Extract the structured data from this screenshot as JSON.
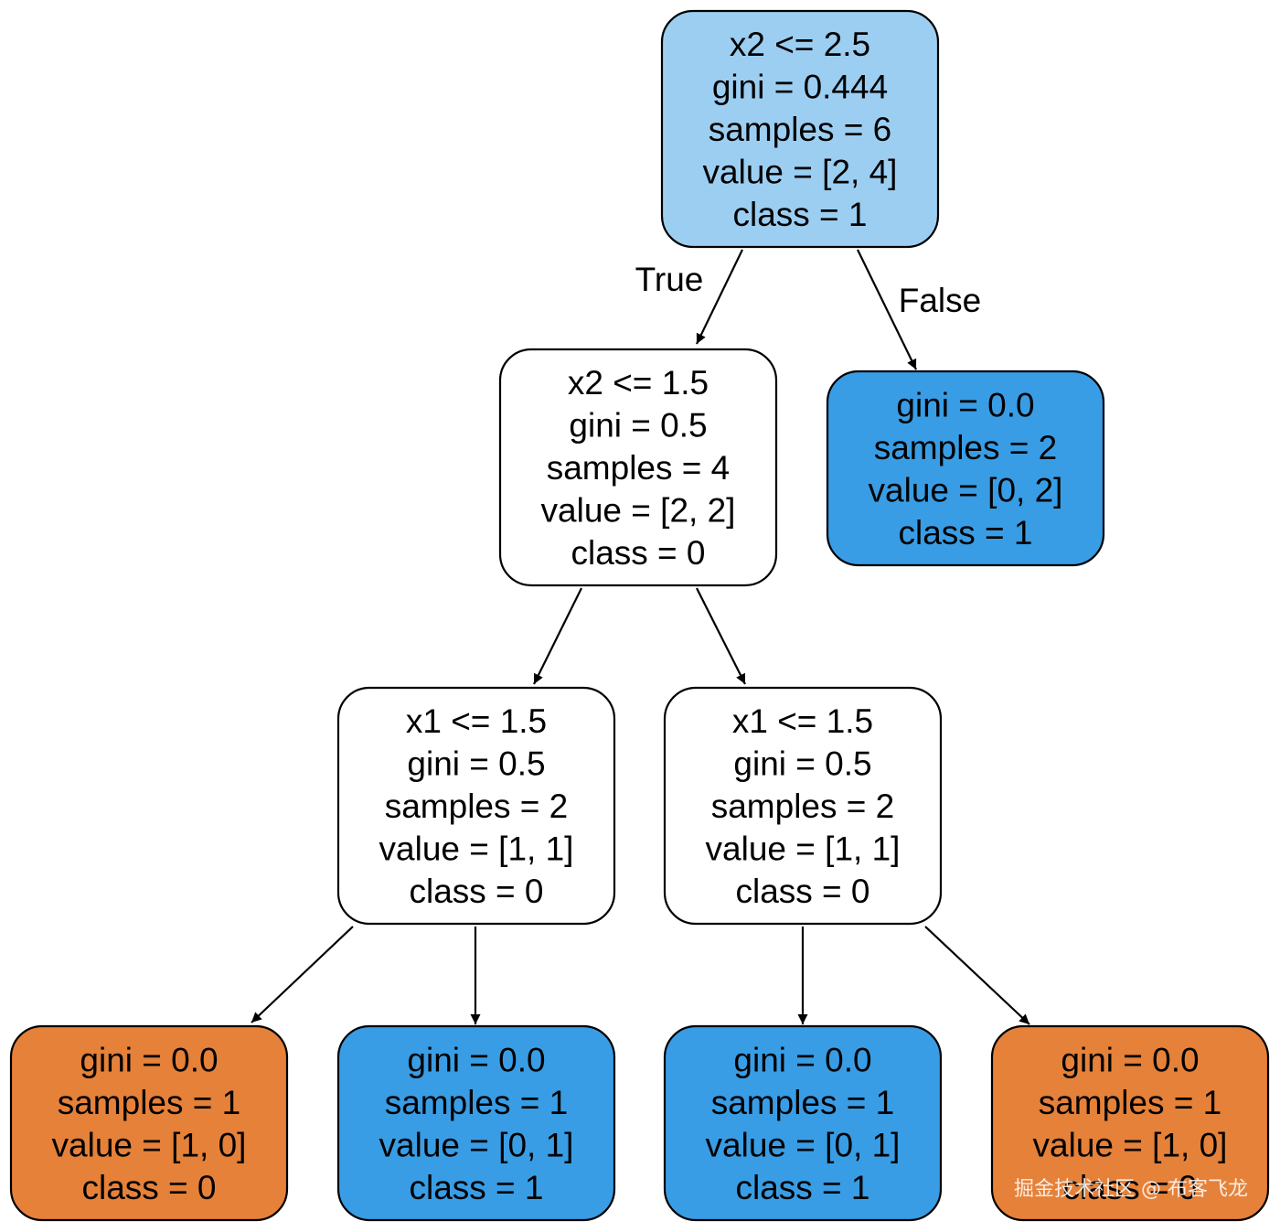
{
  "colors": {
    "orange": "#e58139",
    "blue_light": "#9ccef2",
    "blue": "#399de5",
    "white": "#ffffff",
    "stroke": "#000000"
  },
  "nodes": [
    {
      "id": "n0",
      "fill": "blue_light",
      "lines": [
        "x2 <= 2.5",
        "gini = 0.444",
        "samples = 6",
        "value = [2, 4]",
        "class = 1"
      ]
    },
    {
      "id": "n1",
      "fill": "white",
      "lines": [
        "x2 <= 1.5",
        "gini = 0.5",
        "samples = 4",
        "value = [2, 2]",
        "class = 0"
      ]
    },
    {
      "id": "n2",
      "fill": "blue",
      "lines": [
        "gini = 0.0",
        "samples = 2",
        "value = [0, 2]",
        "class = 1"
      ]
    },
    {
      "id": "n3",
      "fill": "white",
      "lines": [
        "x1 <= 1.5",
        "gini = 0.5",
        "samples = 2",
        "value = [1, 1]",
        "class = 0"
      ]
    },
    {
      "id": "n4",
      "fill": "white",
      "lines": [
        "x1 <= 1.5",
        "gini = 0.5",
        "samples = 2",
        "value = [1, 1]",
        "class = 0"
      ]
    },
    {
      "id": "n5",
      "fill": "orange",
      "lines": [
        "gini = 0.0",
        "samples = 1",
        "value = [1, 0]",
        "class = 0"
      ]
    },
    {
      "id": "n6",
      "fill": "blue",
      "lines": [
        "gini = 0.0",
        "samples = 1",
        "value = [0, 1]",
        "class = 1"
      ]
    },
    {
      "id": "n7",
      "fill": "blue",
      "lines": [
        "gini = 0.0",
        "samples = 1",
        "value = [0, 1]",
        "class = 1"
      ]
    },
    {
      "id": "n8",
      "fill": "orange",
      "lines": [
        "gini = 0.0",
        "samples = 1",
        "value = [1, 0]",
        "class = 0"
      ]
    }
  ],
  "edges": [
    {
      "from": "n0",
      "to": "n1",
      "label": "True"
    },
    {
      "from": "n0",
      "to": "n2",
      "label": "False"
    },
    {
      "from": "n1",
      "to": "n3",
      "label": ""
    },
    {
      "from": "n1",
      "to": "n4",
      "label": ""
    },
    {
      "from": "n3",
      "to": "n5",
      "label": ""
    },
    {
      "from": "n3",
      "to": "n6",
      "label": ""
    },
    {
      "from": "n4",
      "to": "n7",
      "label": ""
    },
    {
      "from": "n4",
      "to": "n8",
      "label": ""
    }
  ],
  "watermark": "掘金技术社区 @ 布客飞龙"
}
